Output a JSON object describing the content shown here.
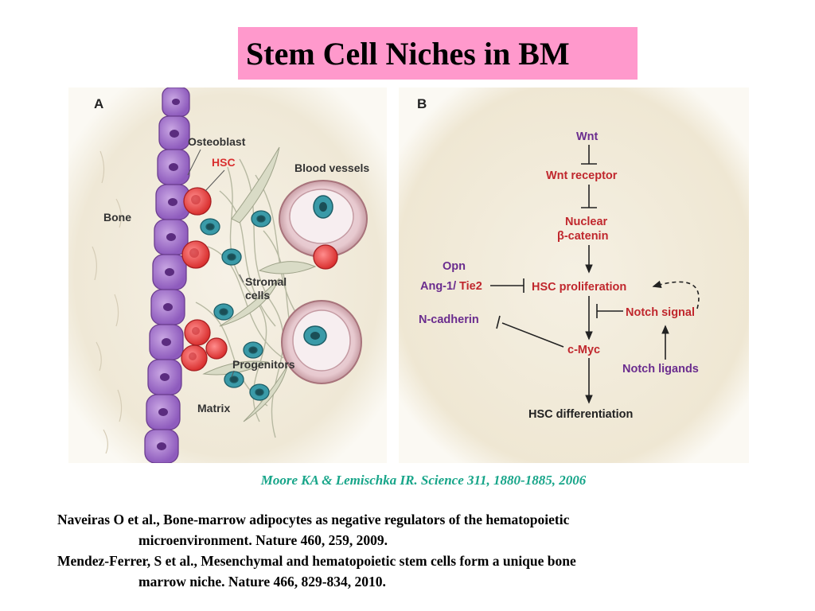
{
  "title": "Stem Cell Niches in BM",
  "panel_a": {
    "letter": "A",
    "labels": {
      "osteoblast": "Osteoblast",
      "hsc": "HSC",
      "blood_vessels": "Blood vessels",
      "bone": "Bone",
      "stromal_line1": "Stromal",
      "stromal_line2": "cells",
      "progenitors": "Progenitors",
      "matrix": "Matrix"
    }
  },
  "panel_b": {
    "letter": "B",
    "nodes": {
      "wnt": "Wnt",
      "wnt_receptor": "Wnt receptor",
      "nuclear": "Nuclear",
      "catenin": "β-catenin",
      "opn": "Opn",
      "ang1": "Ang-1/",
      "tie2": "Tie2",
      "hsc_proliferation": "HSC proliferation",
      "n_cadherin": "N-cadherin",
      "notch_signal": "Notch signal",
      "c_myc": "c-Myc",
      "notch_ligands": "Notch ligands",
      "hsc_differentiation": "HSC differentiation"
    }
  },
  "citation": "Moore KA & Lemischka IR. Science 311, 1880-1885, 2006",
  "references": [
    {
      "line1": "Naveiras O et al., Bone-marrow adipocytes as negative regulators of the hematopoietic",
      "line2": "microenvironment. Nature 460, 259, 2009."
    },
    {
      "line1": "Mendez-Ferrer, S et al., Mesenchymal and hematopoietic stem cells form a unique bone",
      "line2": "marrow niche. Nature 466, 829-834, 2010."
    }
  ],
  "colors": {
    "title_bg": "#ff99cc",
    "citation": "#17a589",
    "node_red": "#c0272d",
    "node_purple": "#6a2c8e",
    "panel_bg": "#f4efe3"
  }
}
